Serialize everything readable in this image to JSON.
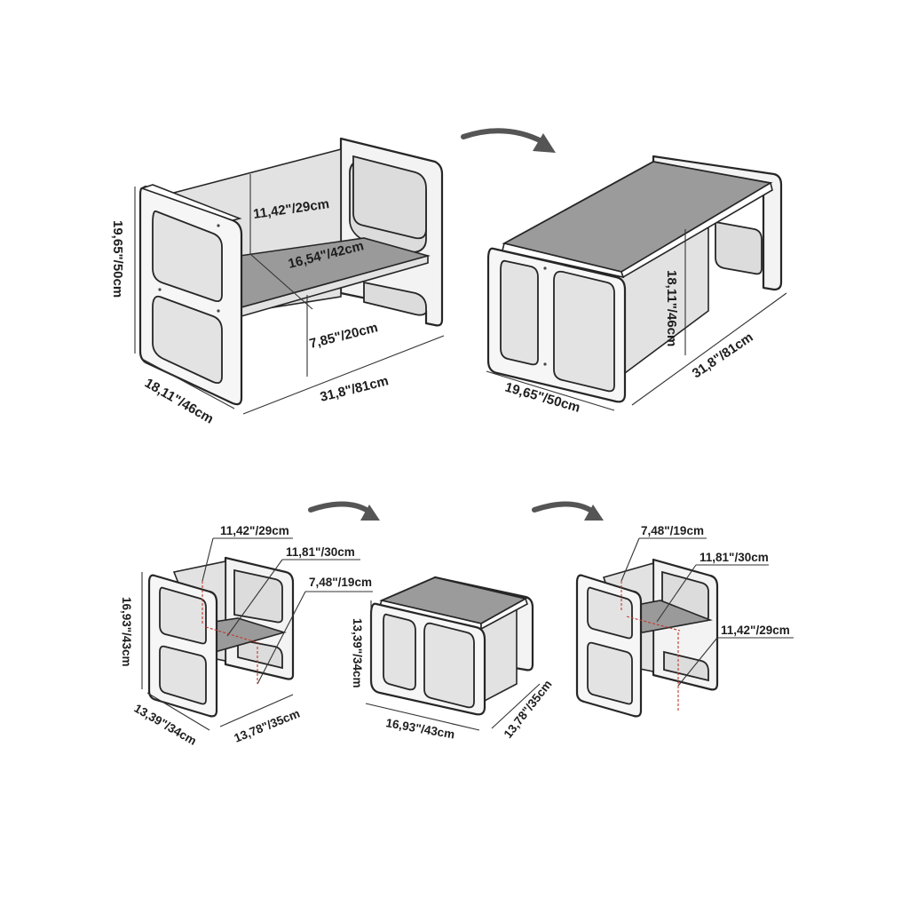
{
  "diagram": {
    "top_bench": {
      "height": "19,65\"/50cm",
      "depth": "18,11\"/46cm",
      "width": "31,8\"/81cm",
      "backrest_height": "11,42\"/29cm",
      "seat_depth": "16,54\"/42cm",
      "seat_height": "7,85\"/20cm"
    },
    "top_table": {
      "height": "18,11\"/46cm",
      "depth": "19,65\"/50cm",
      "width": "31,8\"/81cm"
    },
    "bottom_chair_high": {
      "backrest_height": "11,42\"/29cm",
      "seat_width": "11,81\"/30cm",
      "seat_height": "7,48\"/19cm",
      "height": "16,93\"/43cm",
      "depth": "13,39\"/34cm",
      "width": "13,78\"/35cm"
    },
    "bottom_table": {
      "height": "13,39\"/34cm",
      "width": "16,93\"/43cm",
      "depth": "13,78\"/35cm"
    },
    "bottom_chair_low": {
      "backrest_height": "7,48\"/19cm",
      "seat_width": "11,81\"/30cm",
      "seat_height": "11,42\"/29cm"
    },
    "colors": {
      "line": "#262626",
      "panel": "#f3f3f3",
      "seat": "#9a9a9a",
      "arrow": "#555555",
      "measure_accent": "#c0392b"
    },
    "icons": [
      "transform-arrow-icon"
    ]
  }
}
